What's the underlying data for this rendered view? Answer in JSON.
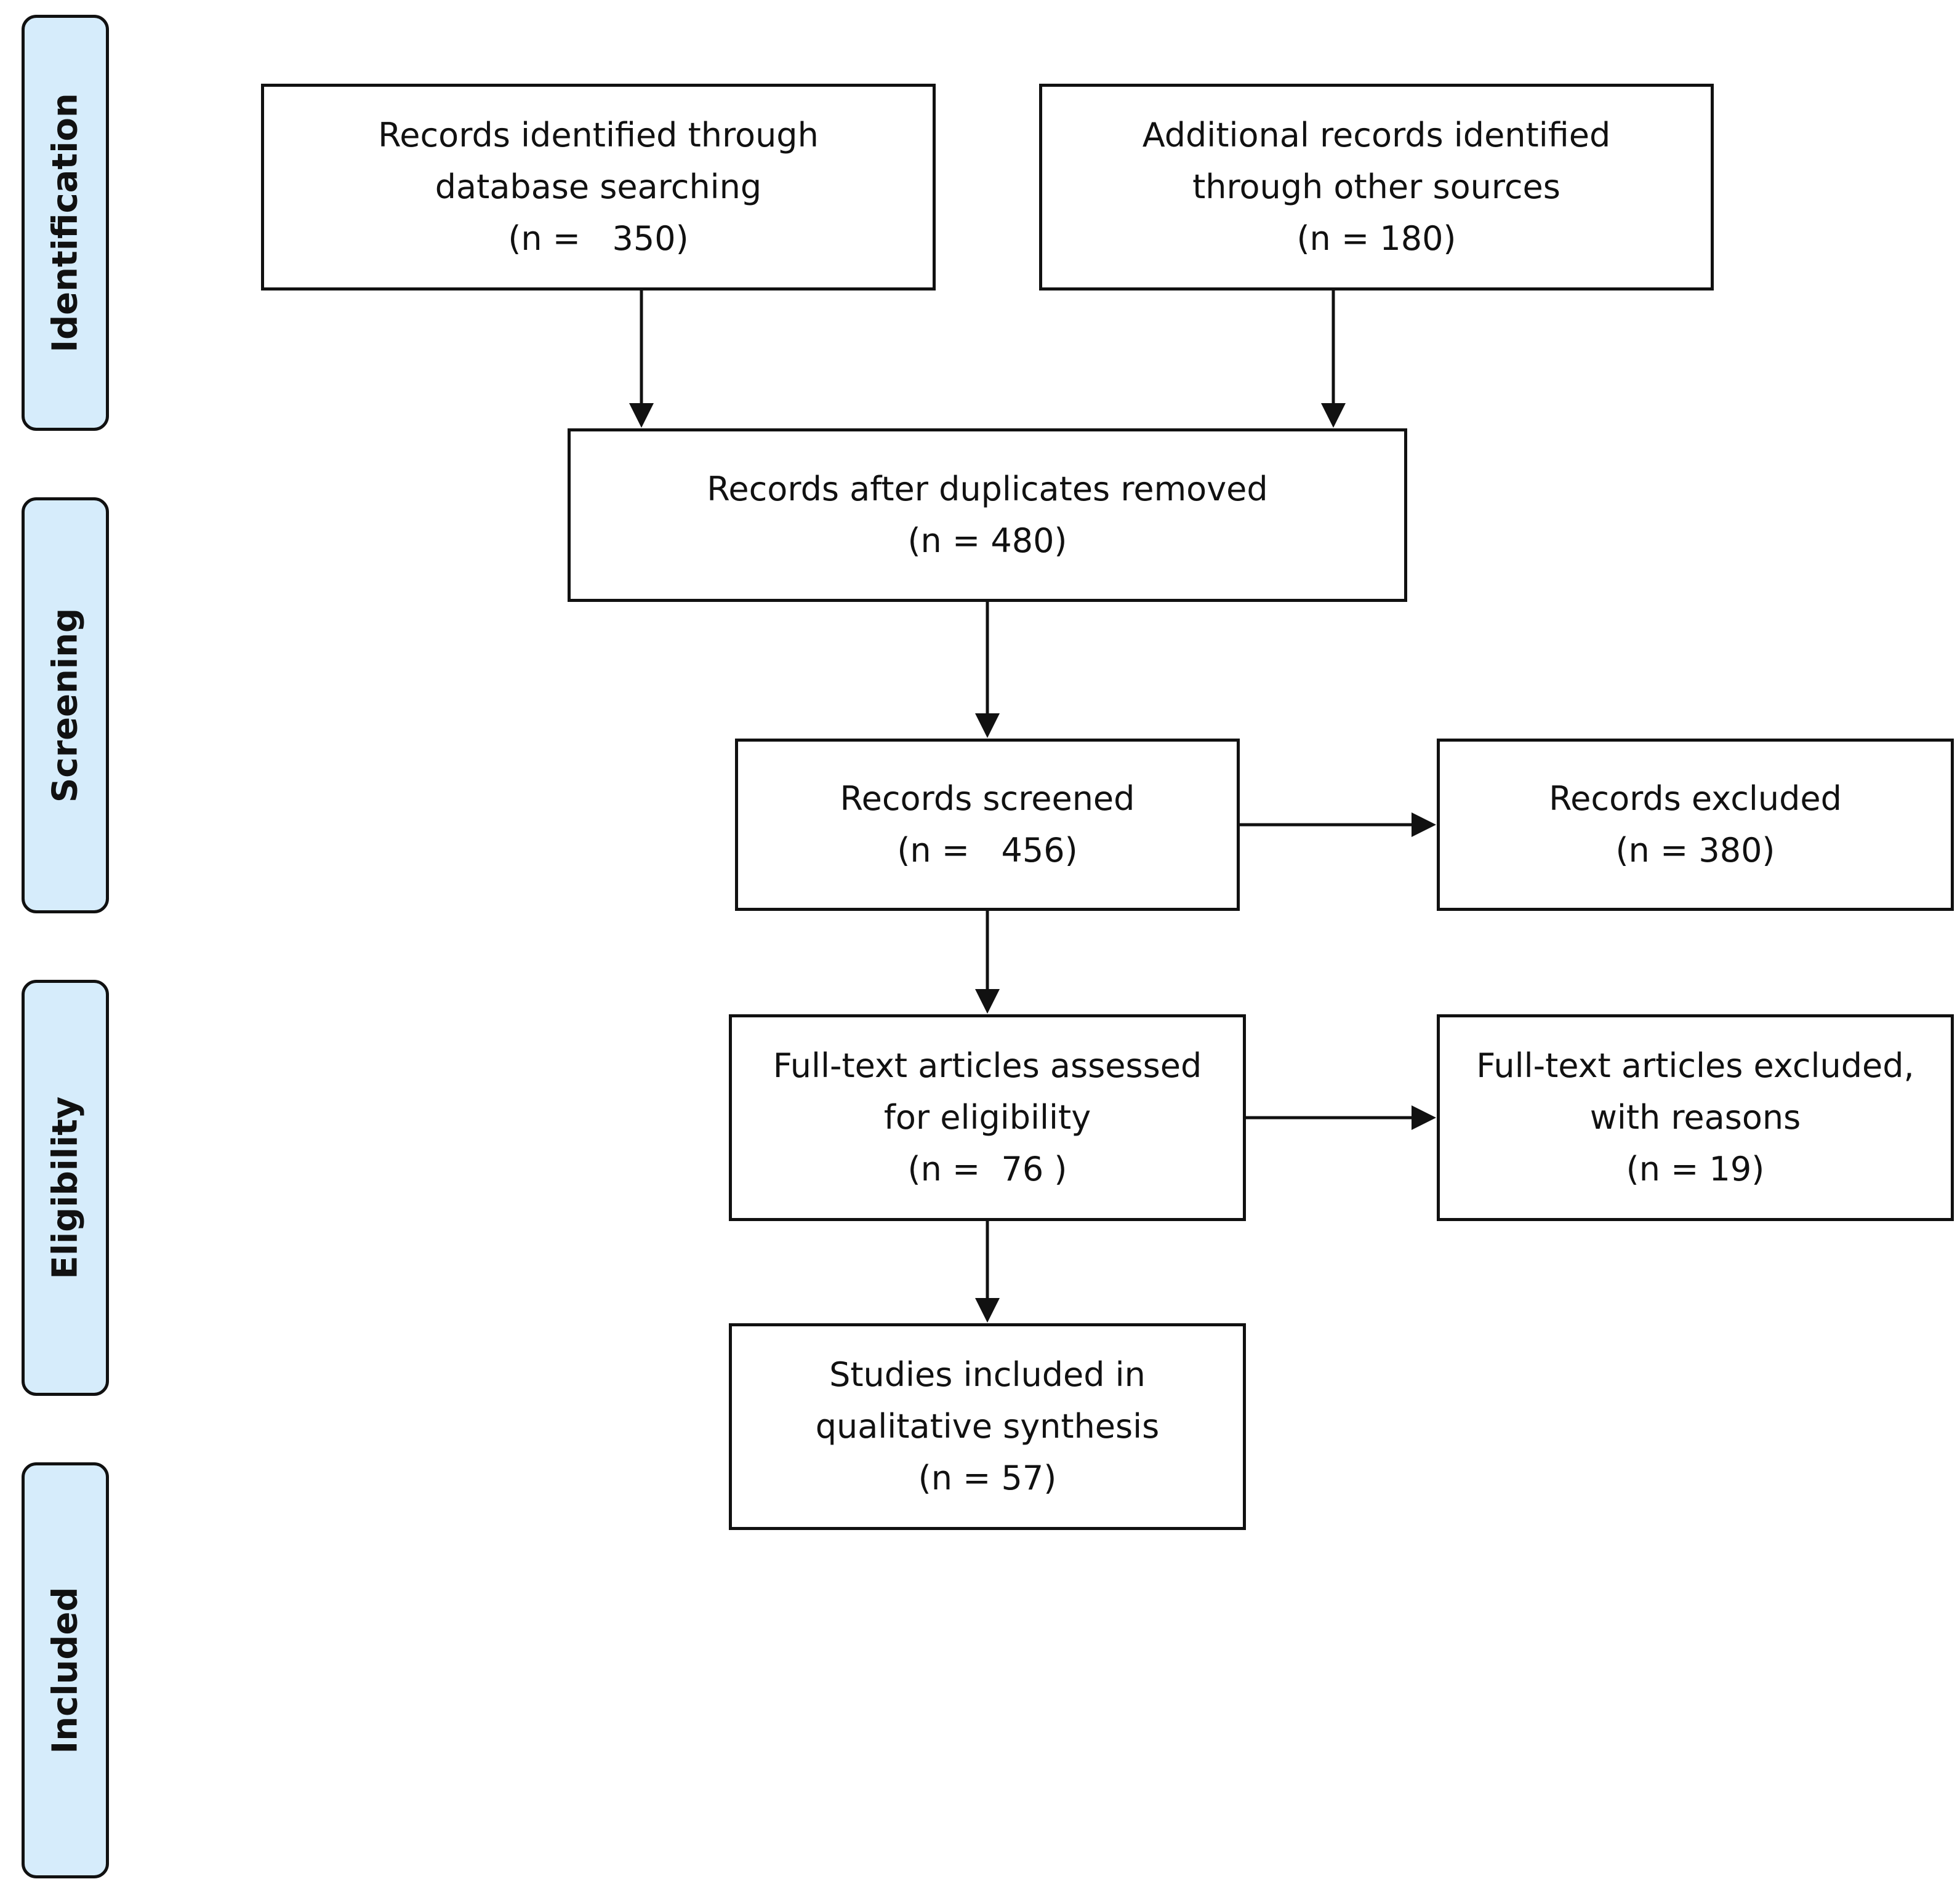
{
  "stages": [
    {
      "id": "identification",
      "label": "Identification"
    },
    {
      "id": "screening",
      "label": "Screening"
    },
    {
      "id": "eligibility",
      "label": "Eligibility"
    },
    {
      "id": "included",
      "label": "Included"
    }
  ],
  "boxes": {
    "database_search": {
      "lines": [
        "Records identified through",
        "database searching",
        "(n =   350)"
      ],
      "count": 350
    },
    "other_sources": {
      "lines": [
        "Additional records identified",
        "through other sources",
        "(n = 180)"
      ],
      "count": 180
    },
    "after_duplicates": {
      "lines": [
        "Records after duplicates removed",
        "(n = 480)"
      ],
      "count": 480
    },
    "screened": {
      "lines": [
        "Records screened",
        "(n =   456)"
      ],
      "count": 456
    },
    "excluded": {
      "lines": [
        "Records excluded",
        "(n = 380)"
      ],
      "count": 380
    },
    "fulltext_assessed": {
      "lines": [
        "Full-text articles assessed",
        "for eligibility",
        "(n =  76 )"
      ],
      "count": 76
    },
    "fulltext_excluded": {
      "lines": [
        "Full-text articles excluded,",
        "with reasons",
        "(n = 19)"
      ],
      "count": 19
    },
    "included_qualitative": {
      "lines": [
        "Studies included in",
        "qualitative synthesis",
        "(n = 57)"
      ],
      "count": 57
    }
  },
  "connections": [
    {
      "from": "database_search",
      "to": "after_duplicates"
    },
    {
      "from": "other_sources",
      "to": "after_duplicates"
    },
    {
      "from": "after_duplicates",
      "to": "screened"
    },
    {
      "from": "screened",
      "to": "excluded"
    },
    {
      "from": "screened",
      "to": "fulltext_assessed"
    },
    {
      "from": "fulltext_assessed",
      "to": "fulltext_excluded"
    },
    {
      "from": "fulltext_assessed",
      "to": "included_qualitative"
    }
  ],
  "colors": {
    "stage_fill": "#d6ecfb",
    "stroke": "#111111",
    "box_fill": "#ffffff"
  }
}
